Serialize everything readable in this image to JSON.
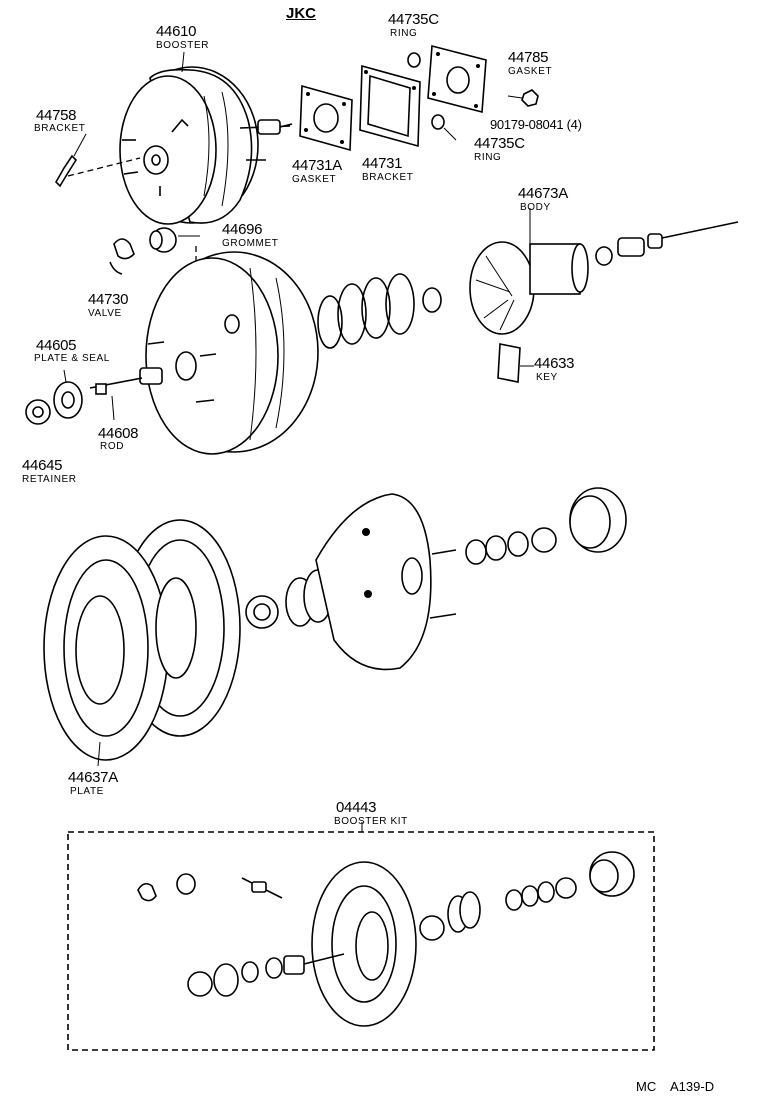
{
  "diagram": {
    "header": "JKC",
    "footer_left": "MC",
    "footer_right": "A139-D",
    "parts": [
      {
        "number": "44610",
        "name": "BOOSTER"
      },
      {
        "number": "44735C",
        "name": "RING"
      },
      {
        "number": "44785",
        "name": "GASKET"
      },
      {
        "number": "44758",
        "name": "BRACKET"
      },
      {
        "number": "90179-08041 (4)",
        "name": ""
      },
      {
        "number": "44735C",
        "name": "RING"
      },
      {
        "number": "44731A",
        "name": "GASKET"
      },
      {
        "number": "44731",
        "name": "BRACKET"
      },
      {
        "number": "44673A",
        "name": "BODY"
      },
      {
        "number": "44696",
        "name": "GROMMET"
      },
      {
        "number": "44730",
        "name": "VALVE"
      },
      {
        "number": "44605",
        "name": "PLATE & SEAL"
      },
      {
        "number": "44633",
        "name": "KEY"
      },
      {
        "number": "44608",
        "name": "ROD"
      },
      {
        "number": "44645",
        "name": "RETAINER"
      },
      {
        "number": "44637A",
        "name": "PLATE"
      },
      {
        "number": "04443",
        "name": "BOOSTER KIT"
      }
    ]
  }
}
